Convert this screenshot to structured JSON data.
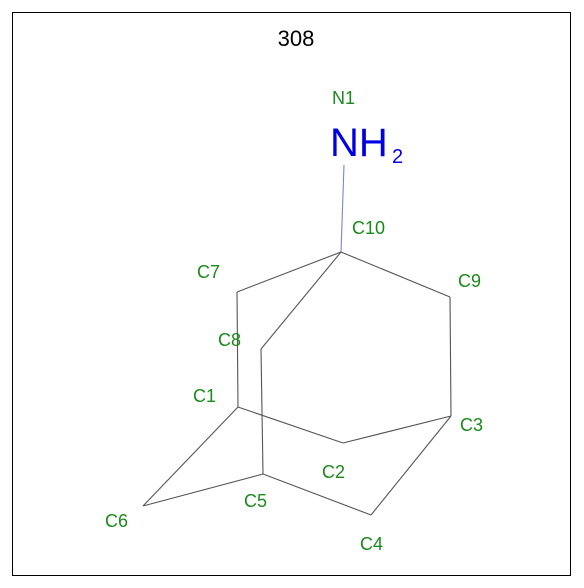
{
  "title": "308",
  "colors": {
    "atom_label": "#1a8a1a",
    "heteroatom": "#0000e0",
    "bond": "#555555",
    "bond_n": "#7a86c8",
    "frame": "#000000"
  },
  "heteroatom": {
    "symbol": "NH",
    "subscript": "2"
  },
  "atoms": [
    {
      "id": "N1",
      "label": "N1"
    },
    {
      "id": "C10",
      "label": "C10"
    },
    {
      "id": "C7",
      "label": "C7"
    },
    {
      "id": "C9",
      "label": "C9"
    },
    {
      "id": "C8",
      "label": "C8"
    },
    {
      "id": "C1",
      "label": "C1"
    },
    {
      "id": "C3",
      "label": "C3"
    },
    {
      "id": "C2",
      "label": "C2"
    },
    {
      "id": "C6",
      "label": "C6"
    },
    {
      "id": "C5",
      "label": "C5"
    },
    {
      "id": "C4",
      "label": "C4"
    }
  ],
  "bonds": [
    [
      "N1",
      "C10"
    ],
    [
      "C10",
      "C7"
    ],
    [
      "C10",
      "C9"
    ],
    [
      "C10",
      "C8"
    ],
    [
      "C7",
      "C1"
    ],
    [
      "C9",
      "C3"
    ],
    [
      "C8",
      "C5"
    ],
    [
      "C1",
      "C2"
    ],
    [
      "C2",
      "C3"
    ],
    [
      "C1",
      "C6"
    ],
    [
      "C6",
      "C5"
    ],
    [
      "C5",
      "C4"
    ],
    [
      "C4",
      "C3"
    ]
  ]
}
